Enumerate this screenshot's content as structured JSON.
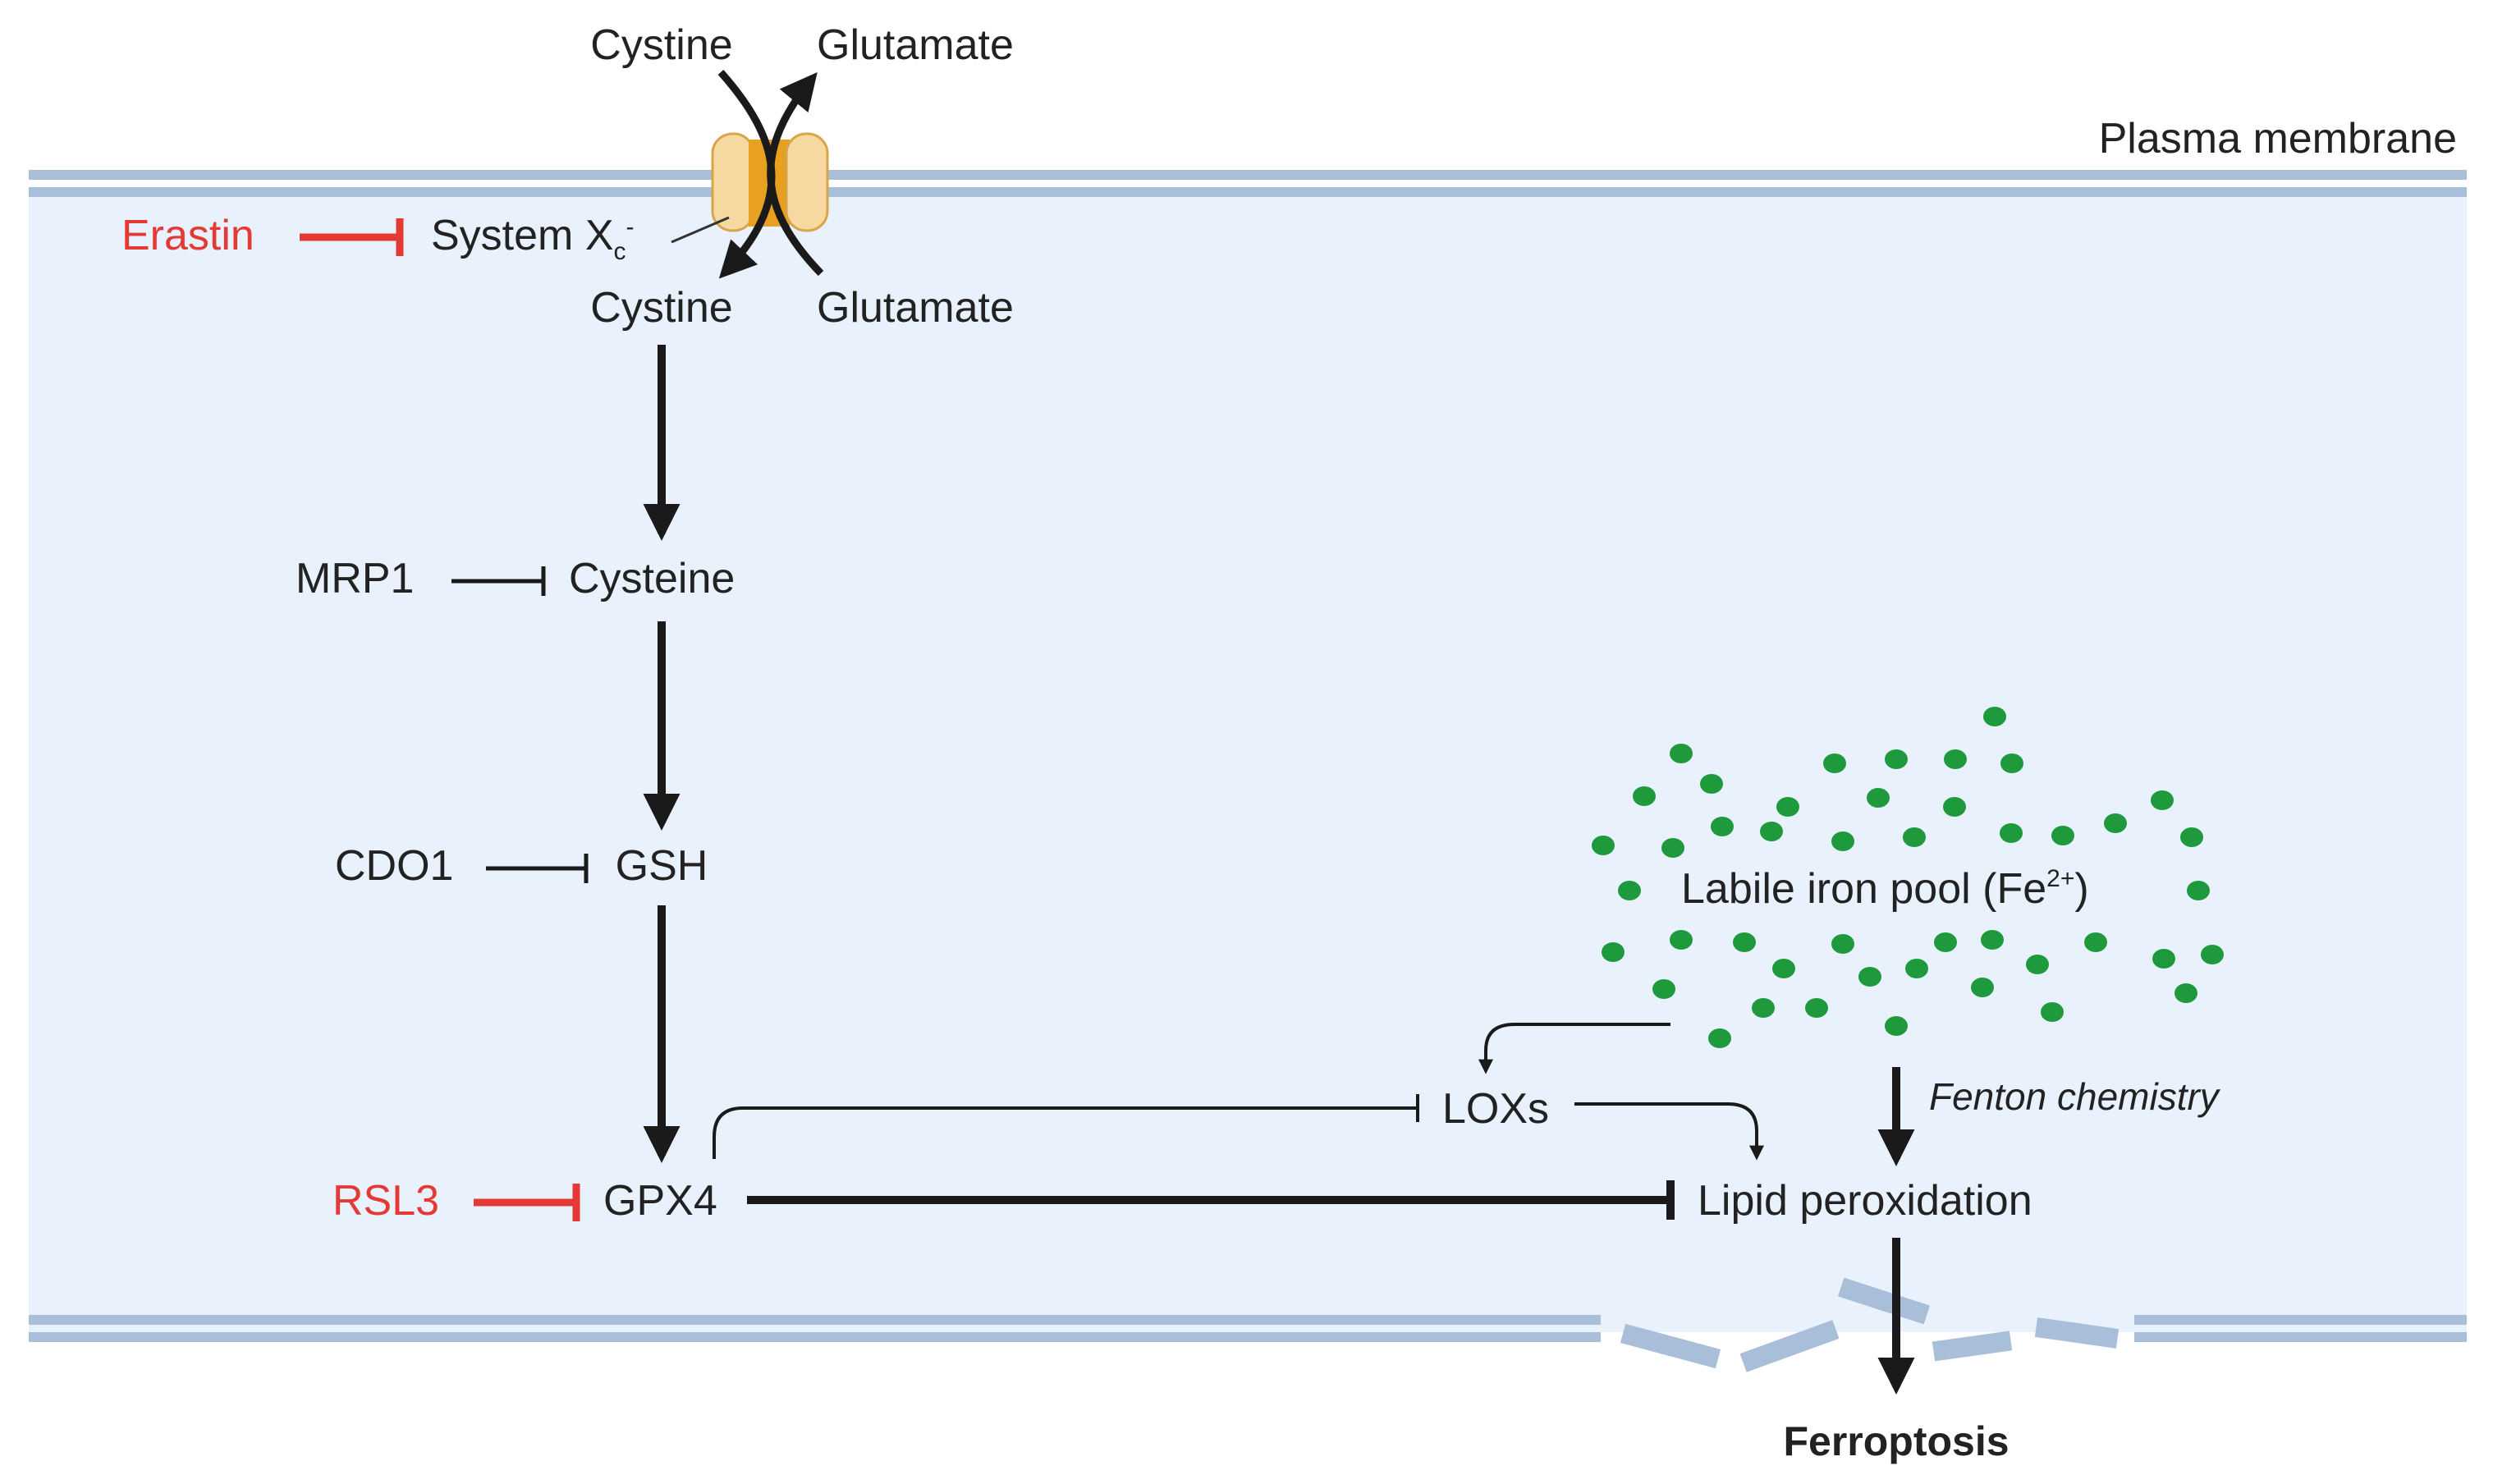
{
  "labels": {
    "cystine_out": "Cystine",
    "glutamate_out": "Glutamate",
    "plasma_membrane": "Plasma membrane",
    "erastin": "Erastin",
    "system_xc": "System X",
    "system_xc_sub": "c",
    "system_xc_sup": "-",
    "cystine_in": "Cystine",
    "glutamate_in": "Glutamate",
    "mrp1": "MRP1",
    "cysteine": "Cysteine",
    "cdo1": "CDO1",
    "gsh": "GSH",
    "rsl3": "RSL3",
    "gpx4": "GPX4",
    "loxs": "LOXs",
    "lipid_peroxidation": "Lipid peroxidation",
    "labile_iron_pool": "Labile iron pool (Fe",
    "labile_iron_sup": "2+",
    "labile_iron_close": ")",
    "fenton": "Fenton chemistry",
    "ferroptosis": "Ferroptosis"
  },
  "colors": {
    "cell_fill": "#e8f1fc",
    "membrane": "#a9bfd9",
    "inhibitor_red": "#e53935",
    "arrow": "#1a1a1a",
    "iron_dot": "#1e9a3c",
    "transporter_fill": "#f5d9a0",
    "transporter_core": "#e8a020"
  }
}
